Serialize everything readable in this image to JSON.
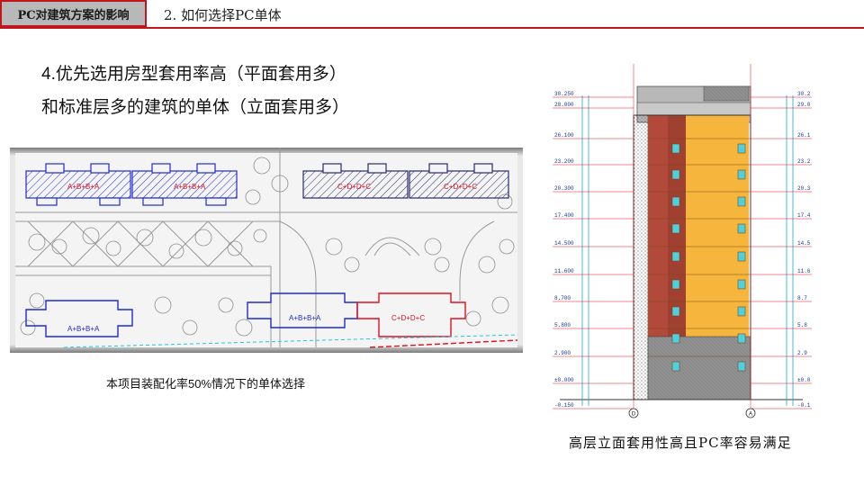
{
  "header": {
    "section_tab": "PC对建筑方案的影响",
    "subtitle": "2. 如何选择PC单体"
  },
  "headline": {
    "line1": "4.优先选用房型套用率高（平面套用多）",
    "line2": "和标准层多的建筑的单体（立面套用多）"
  },
  "site_plan": {
    "caption": "本项目装配化率50%情况下的单体选择",
    "unit_labels": [
      "A+B+B+A",
      "A+B+B+A",
      "C+D+D+C",
      "C+D+D+C",
      "A+B+B+A",
      "A+B+B+A",
      "C+D+D+C"
    ],
    "colors": {
      "blue": "#1f2bd0",
      "navy": "#2a2a6e",
      "red": "#e01020"
    }
  },
  "elevation": {
    "caption": "高层立面套用性高且PC率容易满足",
    "left_levels": [
      "30.250",
      "28.000",
      "26.100",
      "23.200",
      "20.300",
      "17.400",
      "14.500",
      "11.600",
      "8.700",
      "5.800",
      "2.900",
      "±0.000",
      "-0.150"
    ],
    "right_levels": [
      "30.2",
      "29.0",
      "26.1",
      "23.2",
      "20.3",
      "17.4",
      "14.5",
      "11.6",
      "8.7",
      "5.8",
      "2.9",
      "±0.0",
      "-0.1"
    ],
    "axis_left": "D",
    "axis_right": "A"
  }
}
